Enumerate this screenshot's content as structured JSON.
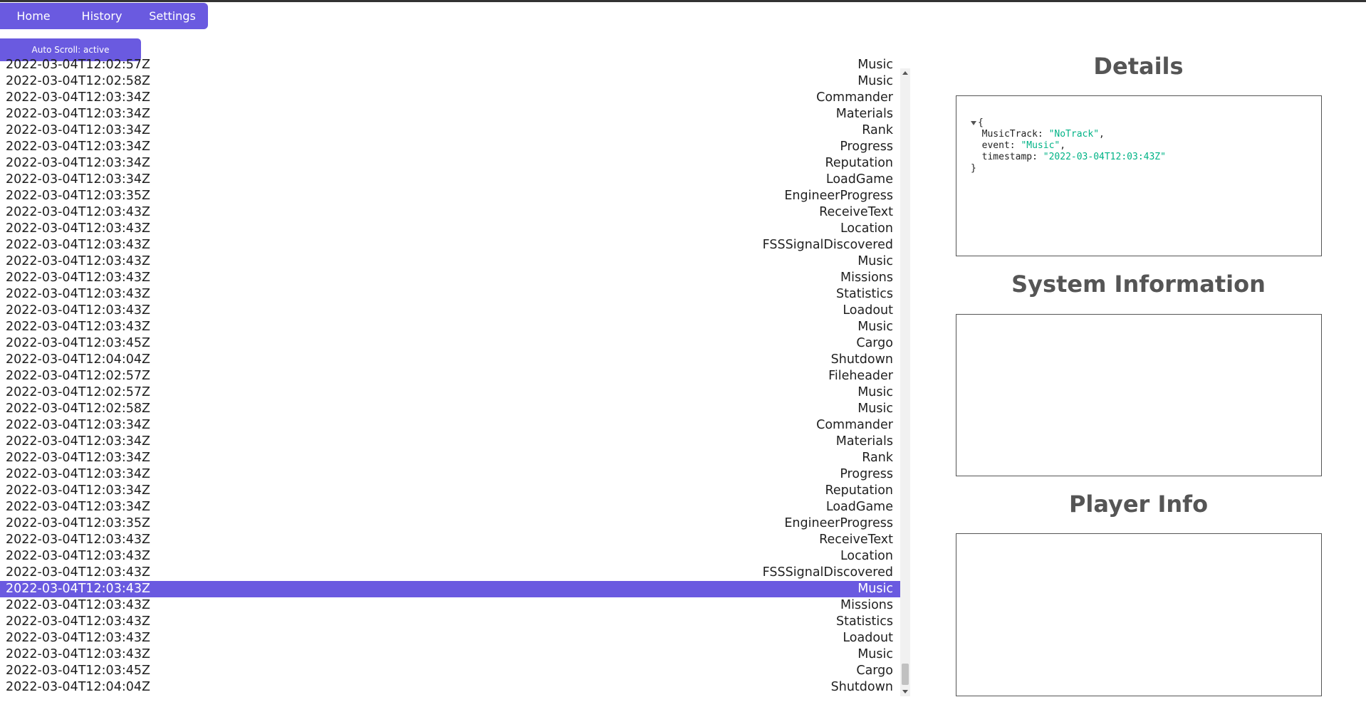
{
  "nav": {
    "home": "Home",
    "history": "History",
    "settings": "Settings"
  },
  "toolbar": {
    "autoscroll_label": "Auto Scroll: active"
  },
  "log": {
    "rows": [
      {
        "timestamp": "2022-03-04T12:02:57Z",
        "event": "Music"
      },
      {
        "timestamp": "2022-03-04T12:02:58Z",
        "event": "Music"
      },
      {
        "timestamp": "2022-03-04T12:03:34Z",
        "event": "Commander"
      },
      {
        "timestamp": "2022-03-04T12:03:34Z",
        "event": "Materials"
      },
      {
        "timestamp": "2022-03-04T12:03:34Z",
        "event": "Rank"
      },
      {
        "timestamp": "2022-03-04T12:03:34Z",
        "event": "Progress"
      },
      {
        "timestamp": "2022-03-04T12:03:34Z",
        "event": "Reputation"
      },
      {
        "timestamp": "2022-03-04T12:03:34Z",
        "event": "LoadGame"
      },
      {
        "timestamp": "2022-03-04T12:03:35Z",
        "event": "EngineerProgress"
      },
      {
        "timestamp": "2022-03-04T12:03:43Z",
        "event": "ReceiveText"
      },
      {
        "timestamp": "2022-03-04T12:03:43Z",
        "event": "Location"
      },
      {
        "timestamp": "2022-03-04T12:03:43Z",
        "event": "FSSSignalDiscovered"
      },
      {
        "timestamp": "2022-03-04T12:03:43Z",
        "event": "Music"
      },
      {
        "timestamp": "2022-03-04T12:03:43Z",
        "event": "Missions"
      },
      {
        "timestamp": "2022-03-04T12:03:43Z",
        "event": "Statistics"
      },
      {
        "timestamp": "2022-03-04T12:03:43Z",
        "event": "Loadout"
      },
      {
        "timestamp": "2022-03-04T12:03:43Z",
        "event": "Music"
      },
      {
        "timestamp": "2022-03-04T12:03:45Z",
        "event": "Cargo"
      },
      {
        "timestamp": "2022-03-04T12:04:04Z",
        "event": "Shutdown"
      },
      {
        "timestamp": "2022-03-04T12:02:57Z",
        "event": "Fileheader"
      },
      {
        "timestamp": "2022-03-04T12:02:57Z",
        "event": "Music"
      },
      {
        "timestamp": "2022-03-04T12:02:58Z",
        "event": "Music"
      },
      {
        "timestamp": "2022-03-04T12:03:34Z",
        "event": "Commander"
      },
      {
        "timestamp": "2022-03-04T12:03:34Z",
        "event": "Materials"
      },
      {
        "timestamp": "2022-03-04T12:03:34Z",
        "event": "Rank"
      },
      {
        "timestamp": "2022-03-04T12:03:34Z",
        "event": "Progress"
      },
      {
        "timestamp": "2022-03-04T12:03:34Z",
        "event": "Reputation"
      },
      {
        "timestamp": "2022-03-04T12:03:34Z",
        "event": "LoadGame"
      },
      {
        "timestamp": "2022-03-04T12:03:35Z",
        "event": "EngineerProgress"
      },
      {
        "timestamp": "2022-03-04T12:03:43Z",
        "event": "ReceiveText"
      },
      {
        "timestamp": "2022-03-04T12:03:43Z",
        "event": "Location"
      },
      {
        "timestamp": "2022-03-04T12:03:43Z",
        "event": "FSSSignalDiscovered"
      },
      {
        "timestamp": "2022-03-04T12:03:43Z",
        "event": "Music",
        "selected": true
      },
      {
        "timestamp": "2022-03-04T12:03:43Z",
        "event": "Missions"
      },
      {
        "timestamp": "2022-03-04T12:03:43Z",
        "event": "Statistics"
      },
      {
        "timestamp": "2022-03-04T12:03:43Z",
        "event": "Loadout"
      },
      {
        "timestamp": "2022-03-04T12:03:43Z",
        "event": "Music"
      },
      {
        "timestamp": "2022-03-04T12:03:45Z",
        "event": "Cargo"
      },
      {
        "timestamp": "2022-03-04T12:04:04Z",
        "event": "Shutdown"
      }
    ]
  },
  "details": {
    "title": "Details",
    "json": {
      "open": "{",
      "close": "}",
      "entries": [
        {
          "key": "MusicTrack:",
          "value": "\"NoTrack\"",
          "suffix": ","
        },
        {
          "key": "event:",
          "value": "\"Music\"",
          "suffix": ","
        },
        {
          "key": "timestamp:",
          "value": "\"2022-03-04T12:03:43Z\"",
          "suffix": ""
        }
      ]
    }
  },
  "system_info": {
    "title": "System Information"
  },
  "player_info": {
    "title": "Player Info"
  },
  "colors": {
    "accent": "#6a5ae0",
    "json_string": "#00b386",
    "heading": "#555555"
  }
}
